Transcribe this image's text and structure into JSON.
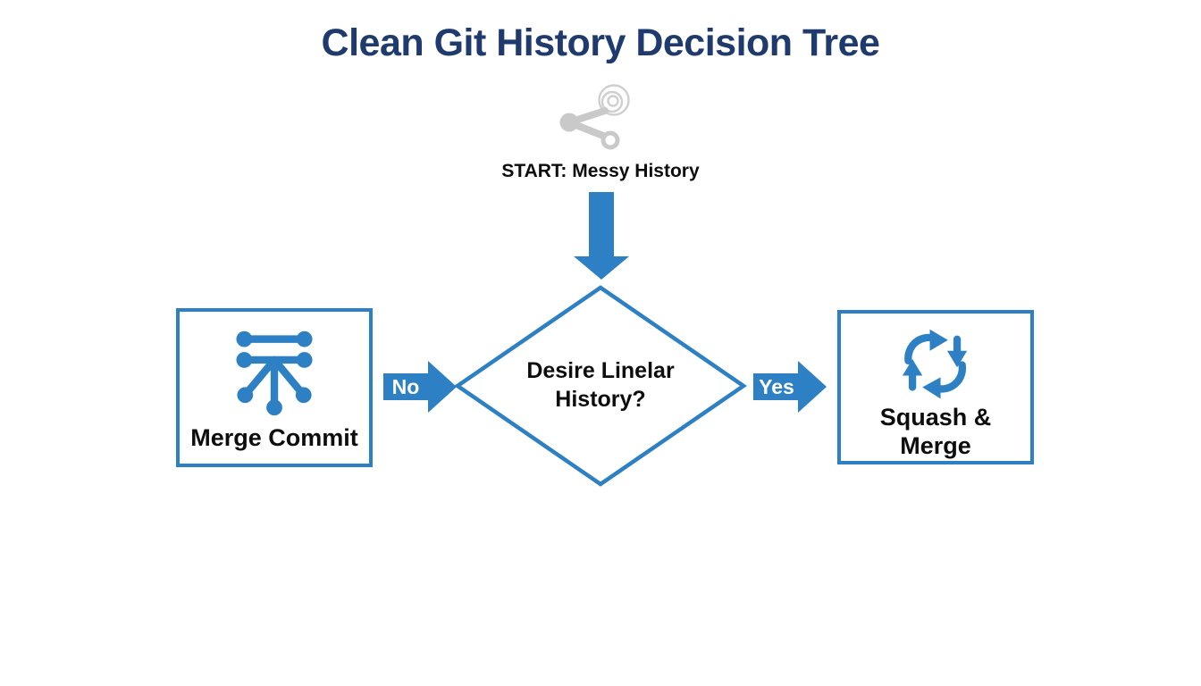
{
  "title": "Clean Git History Decision Tree",
  "colors": {
    "accent_blue": "#2e80c4",
    "title_navy": "#1f3a6d",
    "icon_gray": "#c9c9c9",
    "text_black": "#0d0d0d"
  },
  "flow": {
    "start": {
      "label": "START: Messy History",
      "icon": "git-branch-swirl-icon"
    },
    "decision": {
      "question": "Desire Linelar History?"
    },
    "edges": {
      "no": "No",
      "yes": "Yes"
    },
    "nodes": {
      "merge_commit": {
        "label": "Merge Commit",
        "icon": "git-merge-tree-icon"
      },
      "squash_merge": {
        "label": "Squash & Merge",
        "icon": "sync-cycle-icon"
      }
    }
  }
}
